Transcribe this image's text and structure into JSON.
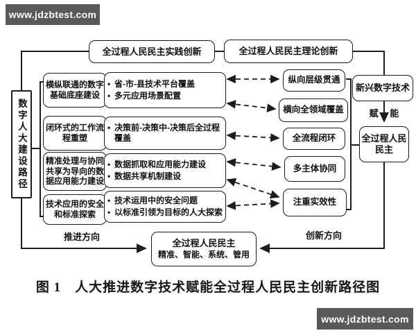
{
  "watermark": {
    "text": "www.jdzbtest.com",
    "bg": "#595959",
    "fg": "#ffffff"
  },
  "top": {
    "practice": "全过程人民民主实践创新",
    "theory": "全过程人民民主理论创新"
  },
  "left_box": "数字人大建设路径",
  "rows": [
    {
      "label": "横纵联通的数字基础底座建设",
      "bullets": [
        "省-市-县技术平台覆盖",
        "多元应用场景配置"
      ]
    },
    {
      "label": "闭环式的工作流程重塑",
      "bullets": [
        "决策前-决策中-决策后全过程覆盖"
      ]
    },
    {
      "label": "精准处理与协同共享为导向的数据应用能力建设",
      "bullets": [
        "数据抓取和应用能力建设",
        "数据共享机制建设"
      ]
    },
    {
      "label": "技术应用的安全和标准探索",
      "bullets": [
        "技术运用中的安全问题",
        "以标准引领为目标的人大探索"
      ]
    }
  ],
  "features": [
    "纵向层级贯通",
    "横向全领域覆盖",
    "全流程闭环",
    "多主体协同",
    "注重实效性"
  ],
  "right": {
    "tech": "新兴数字技术",
    "empower": "赋 能",
    "democracy": "全过程人民民主"
  },
  "bottom": {
    "promote_label": "推进方向",
    "innovate_label": "创新方向",
    "result_line1": "全过程人民民主",
    "result_line2": "精准、智能、系统、管用"
  },
  "caption": "图 1　人大推进数字技术赋能全过程人民民主创新路径图",
  "colors": {
    "line": "#1c1c1c",
    "banner": "#595959"
  }
}
